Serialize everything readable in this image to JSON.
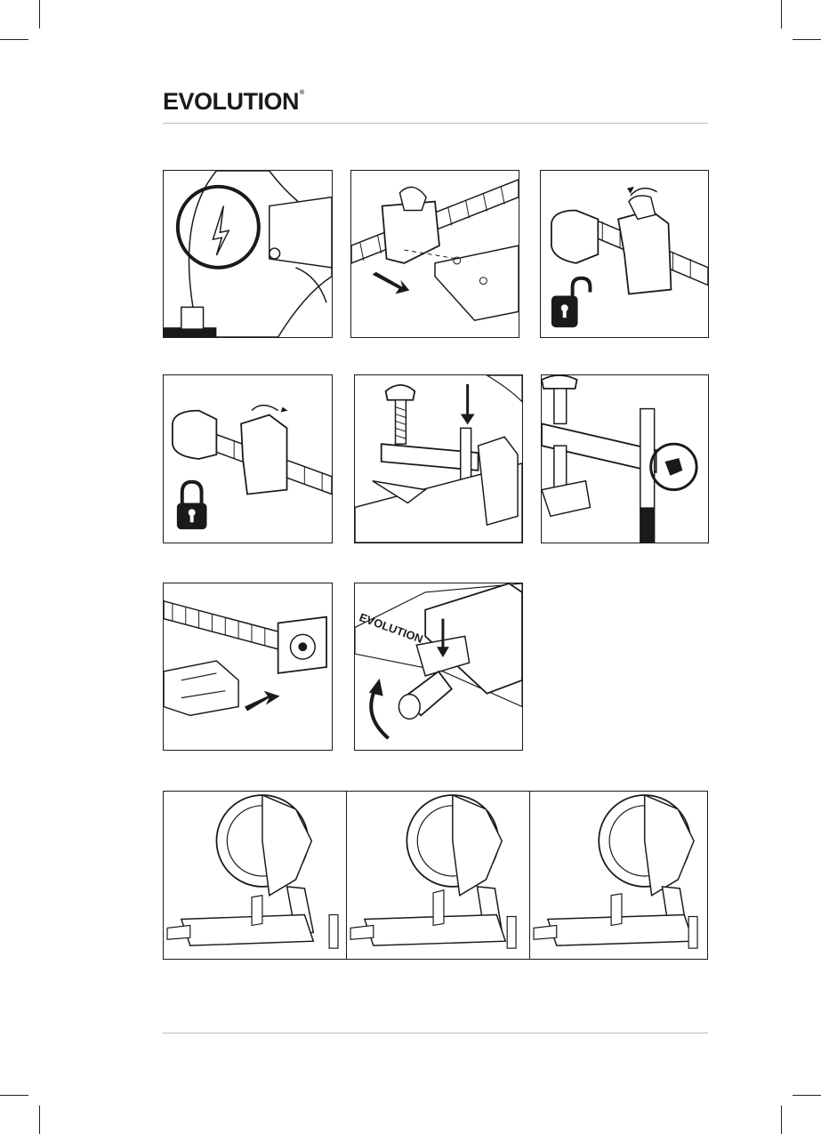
{
  "brand": {
    "logo_text": "EVOLUTION",
    "trademark": "®",
    "color": "#1a1a1a"
  },
  "figures": [
    {
      "id": "blade-guard-warning",
      "icon": "lightning-icon"
    },
    {
      "id": "clamp-slide-onto-rail",
      "icon": "arrow-icon"
    },
    {
      "id": "clamp-unlock",
      "icon": "unlock-icon"
    },
    {
      "id": "clamp-lock",
      "icon": "lock-icon"
    },
    {
      "id": "clamp-post-insert",
      "icon": "arrow-down-icon"
    },
    {
      "id": "clamp-knob-tighten",
      "icon": "knob-icon"
    },
    {
      "id": "vise-plate-fit",
      "icon": "arrow-icon"
    },
    {
      "id": "extension-knob-fit",
      "icon": "curved-arrow-icon"
    },
    {
      "id": "saw-side-view-1",
      "icon": "saw-icon"
    },
    {
      "id": "saw-side-view-2",
      "icon": "saw-icon"
    },
    {
      "id": "saw-side-view-3",
      "icon": "saw-icon"
    }
  ],
  "embossed_label": "EVOLUTION",
  "colors": {
    "ink": "#1a1a1a",
    "rule": "#bdbdbd",
    "paper": "#ffffff"
  }
}
